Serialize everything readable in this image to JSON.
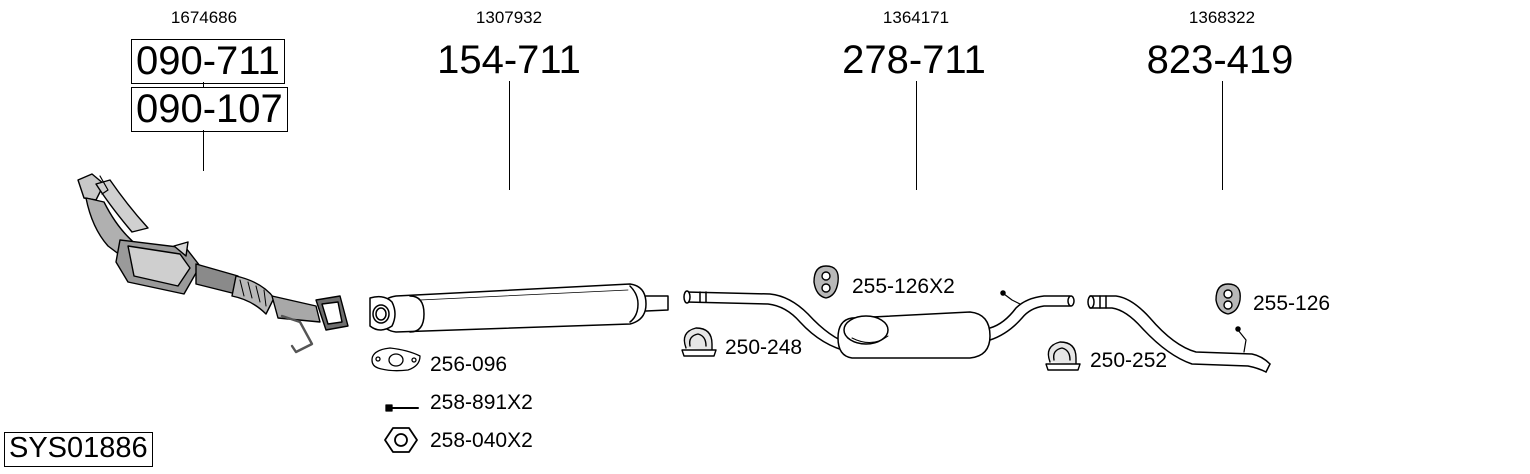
{
  "sections": [
    {
      "ref": "1674686",
      "codes": [
        "090-711",
        "090-107"
      ]
    },
    {
      "ref": "1307932",
      "codes": [
        "154-711"
      ]
    },
    {
      "ref": "1364171",
      "codes": [
        "278-711"
      ]
    },
    {
      "ref": "1368322",
      "codes": [
        "823-419"
      ]
    }
  ],
  "parts": [
    {
      "label": "256-096",
      "icon": "gasket-icon"
    },
    {
      "label": "258-891X2",
      "icon": "bolt-icon"
    },
    {
      "label": "258-040X2",
      "icon": "nut-icon"
    },
    {
      "label": "250-248",
      "icon": "clamp-icon"
    },
    {
      "label": "255-126X2",
      "icon": "rubber-hanger-icon"
    },
    {
      "label": "250-252",
      "icon": "clamp-icon"
    },
    {
      "label": "255-126",
      "icon": "rubber-hanger-icon"
    }
  ],
  "system_id": "SYS01886"
}
